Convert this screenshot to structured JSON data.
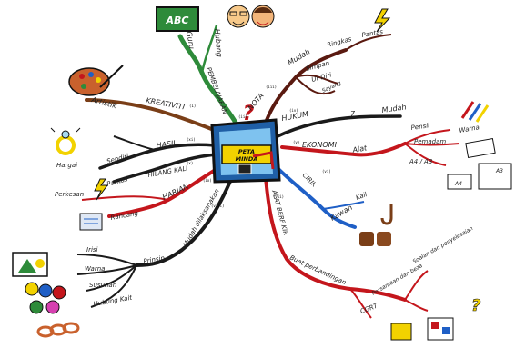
{
  "center": {
    "title_line1": "PETA",
    "title_line2": "MINDA",
    "question_mark": "?"
  },
  "branches": {
    "kreativiti": {
      "label": "KREATIVITI",
      "number": "(1)",
      "sub": {
        "artistik": "Artistik"
      }
    },
    "pembelajaran": {
      "label": "PEMBELAJARAN",
      "number": "(ii)",
      "sub": {
        "guru": "Guru",
        "hubang": "Hubang"
      },
      "board_text": "ABC"
    },
    "nota": {
      "label": "NOTA",
      "number": "(iii)",
      "sub": {
        "mudah": "Mudah",
        "ringkas": "Ringkas",
        "pantas": "Pantas",
        "simpan": "Simpan",
        "ur_diri": "Ur Diri",
        "sayang": "Sayang"
      }
    },
    "hukum": {
      "label": "HUKUM",
      "number": "(iv)",
      "sub": {
        "seven": "7",
        "mudah": "Mudah"
      }
    },
    "ekonomi": {
      "label": "EKONOMI",
      "number": "(v)",
      "sub": {
        "alat": "Alat",
        "pensil": "Pensil",
        "warna": "Warna",
        "pemadam": "Pemadam",
        "a4a3": "A4 / A3",
        "paper_a4": "A4",
        "paper_a3": "A3"
      }
    },
    "cirik": {
      "label": "CIRIK",
      "number": "(vi)",
      "sub": {
        "kail": "Kail",
        "kawan": "Kawan"
      }
    },
    "alat_berfikir": {
      "label": "ALAT BERFIKIR",
      "number": "(vii)",
      "sub": {
        "buat_perbandingan": "Buat perbandingan",
        "soalan": "Soalan dan penyelesaian",
        "persamaan": "Persamaan dan beza",
        "cgrt": "CGRT"
      }
    },
    "mudah_dilaksanakan": {
      "label": "Mudah dilaksanakan",
      "number": "(viii)",
      "sub": {
        "prinsip": "Prinsip",
        "irisi": "Irisi",
        "warna": "Warna",
        "susunan": "Susunan",
        "hubung_kait": "Hubung Kait"
      }
    },
    "harian": {
      "label": "HARIAN",
      "number": "(ix)",
      "sub": {
        "rancang": "Rancang",
        "perkesan": "Perkesan"
      }
    },
    "hilang_kali": {
      "label": "HILANG KALI",
      "number": "(x)",
      "sub": {
        "pantas": "Pantas"
      }
    },
    "hasil": {
      "label": "HASIL",
      "number": "(xi)",
      "sub": {
        "sendiri": "Sendiri",
        "hargai": "Hargai"
      }
    }
  },
  "colors": {
    "black": "#1a1a1a",
    "red": "#c4161c",
    "green": "#2e8b3a",
    "blue": "#1f5fc6",
    "center_blue": "#3d8fd6",
    "yellow": "#f2d200",
    "brown": "#7a3e17"
  },
  "icons": [
    "chalkboard-icon",
    "two-faces-icon",
    "lightning-icon",
    "paint-palette-icon",
    "ring-icon",
    "pencils-icon",
    "eraser-icon",
    "paper-icon",
    "fishhook-icon",
    "friends-icon",
    "checklist-icon",
    "shapes-icon",
    "colored-dots-icon",
    "chain-icon"
  ]
}
